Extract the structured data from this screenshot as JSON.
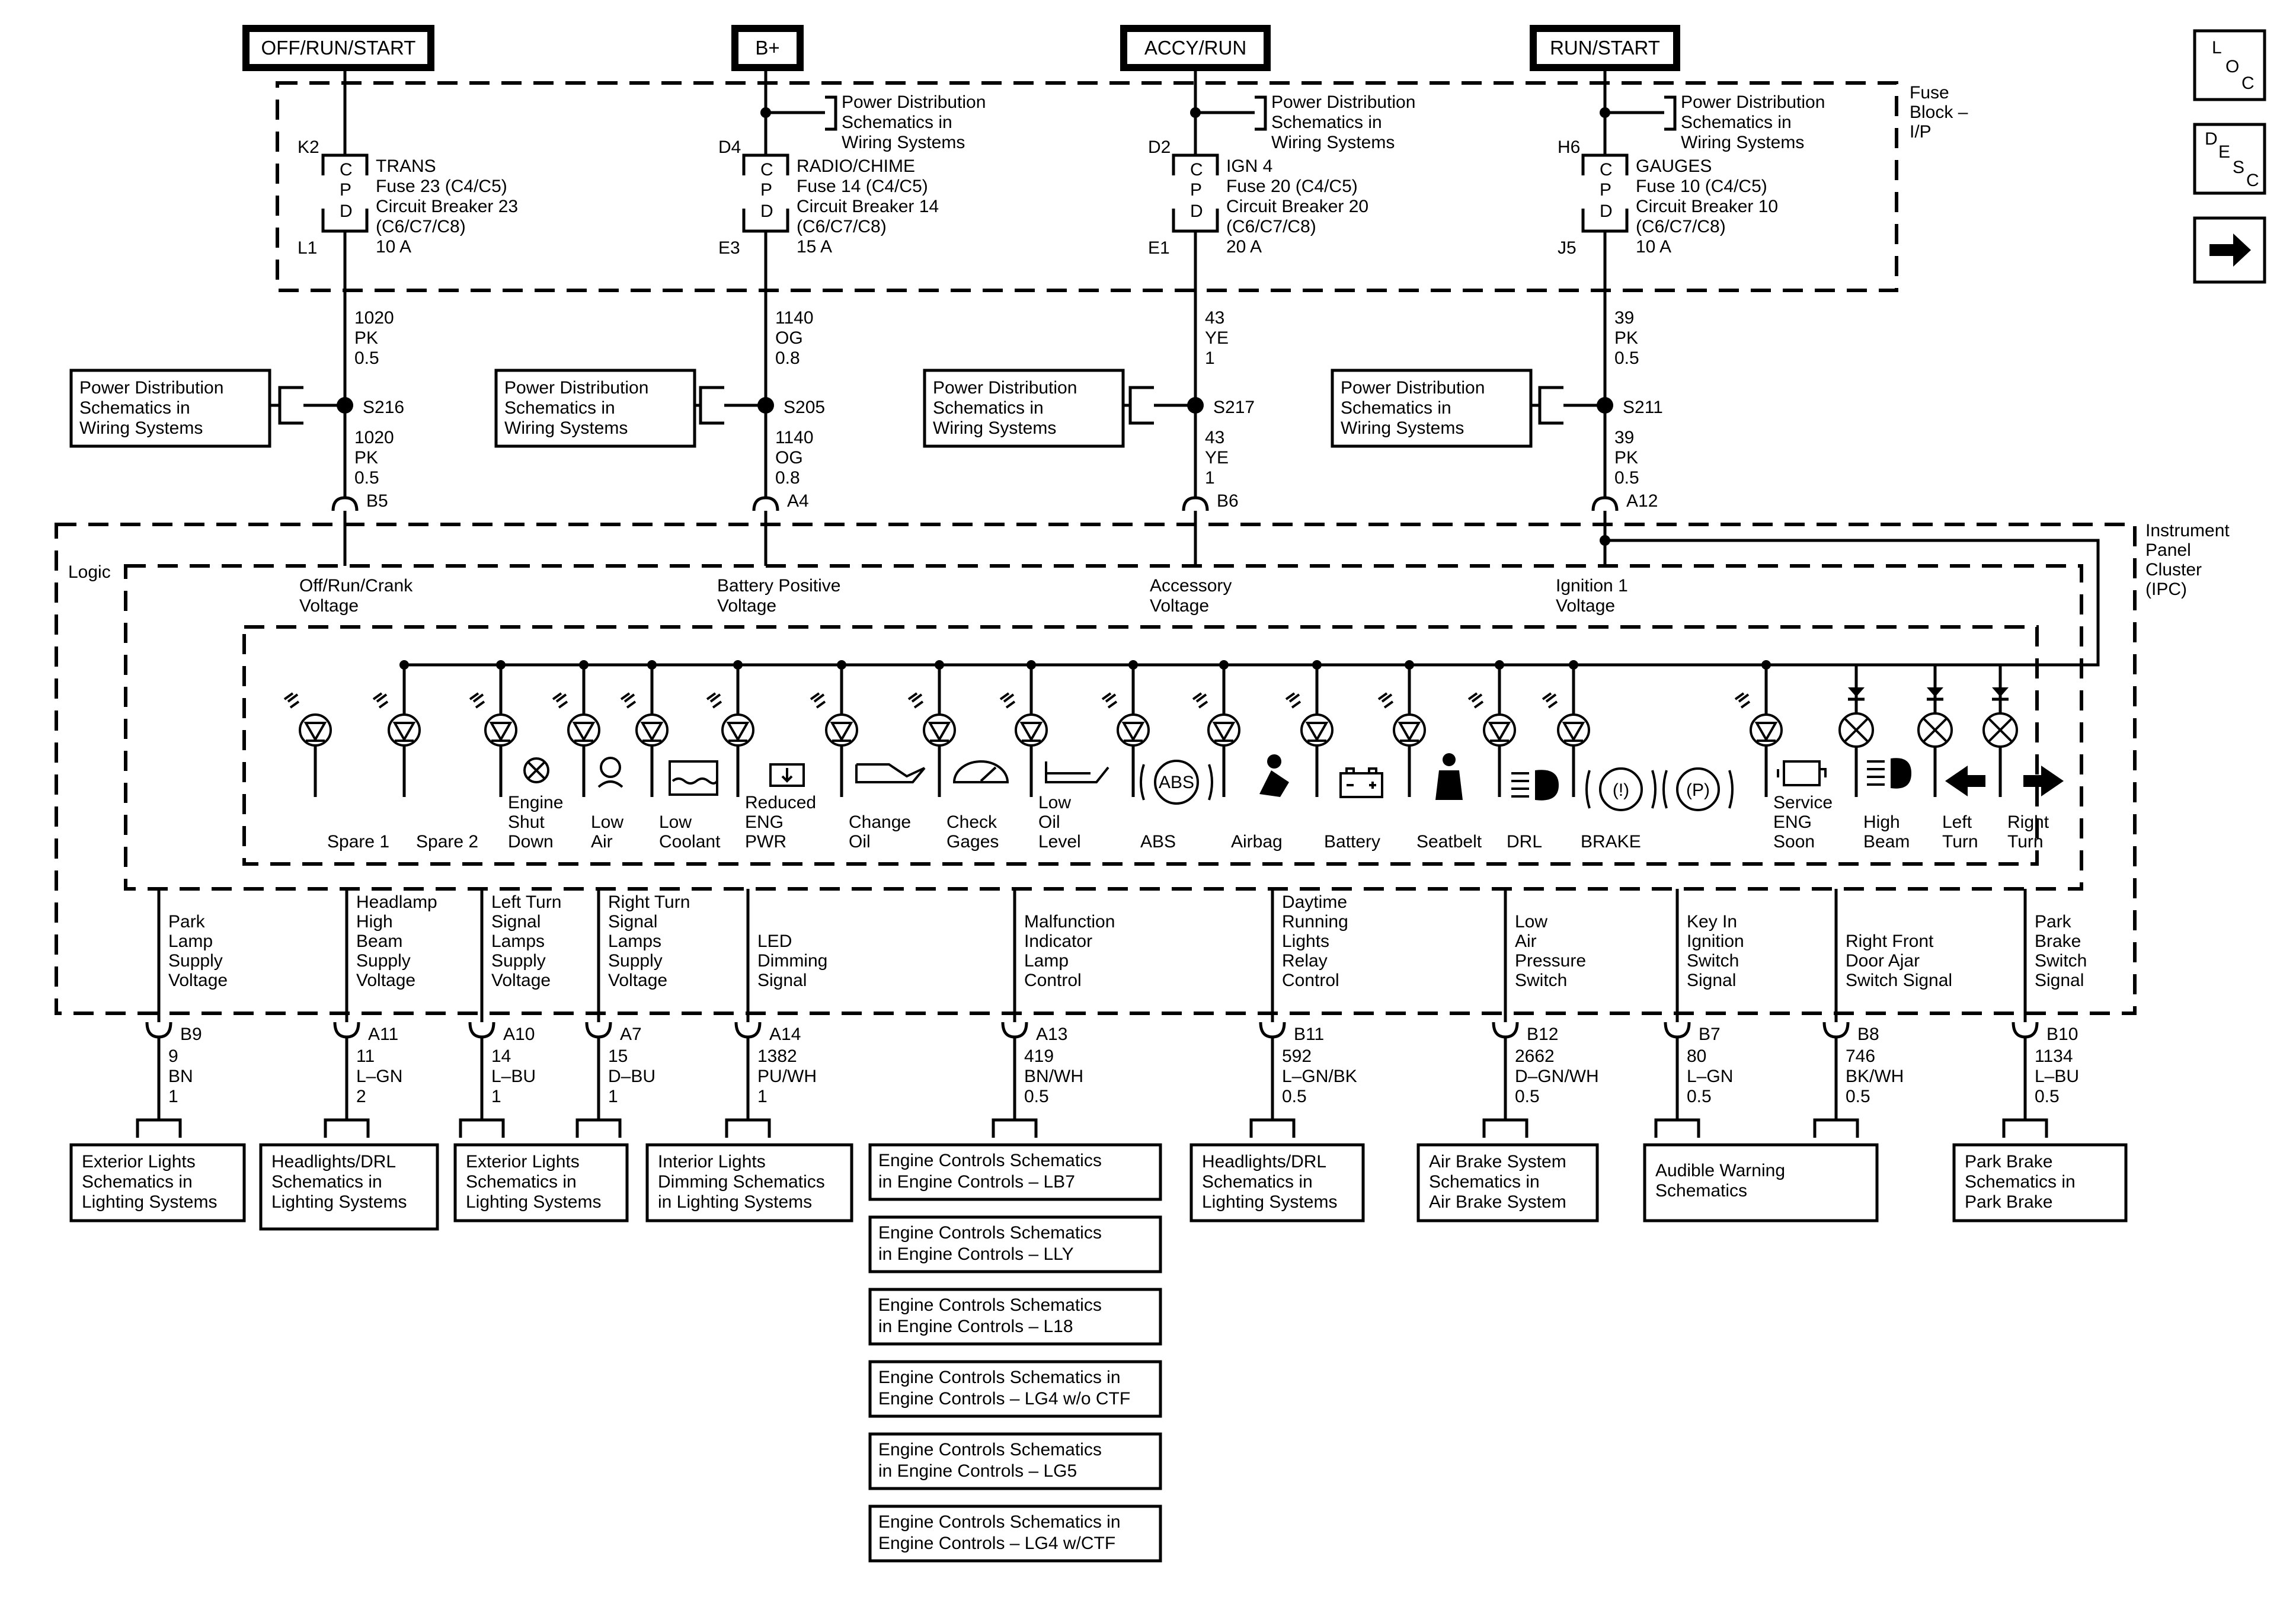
{
  "top_sources": [
    "OFF/RUN/START",
    "B+",
    "ACCY/RUN",
    "RUN/START"
  ],
  "fuse_block": {
    "label": [
      "Fuse",
      "Block –",
      "I/P"
    ]
  },
  "ipc_label": [
    "Instrument",
    "Panel",
    "Cluster",
    "(IPC)"
  ],
  "logic_label": "Logic",
  "pd_small": [
    "Power Distribution",
    "Schematics in",
    "Wiring Systems"
  ],
  "pd_box": [
    "Power Distribution",
    "Schematics in",
    "Wiring  Systems"
  ],
  "columns": [
    {
      "pin_in": "K2",
      "pin_out": "L1",
      "cpd": [
        "C",
        "P",
        "D"
      ],
      "fuse": [
        "TRANS",
        "Fuse 23 (C4/C5)",
        "Circuit Breaker 23",
        "(C6/C7/C8)",
        "10 A"
      ],
      "wire1": [
        "1020",
        "PK",
        "0.5"
      ],
      "splice": "S216",
      "wire2": [
        "1020",
        "PK",
        "0.5"
      ],
      "conn": "B5",
      "voltage": [
        "Off/Run/Crank",
        "Voltage"
      ]
    },
    {
      "pin_in": "D4",
      "pin_out": "E3",
      "cpd": [
        "C",
        "P",
        "D"
      ],
      "fuse": [
        "RADIO/CHIME",
        "Fuse 14 (C4/C5)",
        "Circuit Breaker 14",
        "(C6/C7/C8)",
        "15 A"
      ],
      "wire1": [
        "1140",
        "OG",
        "0.8"
      ],
      "splice": "S205",
      "wire2": [
        "1140",
        "OG",
        "0.8"
      ],
      "conn": "A4",
      "voltage": [
        "Battery Positive",
        "Voltage"
      ]
    },
    {
      "pin_in": "D2",
      "pin_out": "E1",
      "cpd": [
        "C",
        "P",
        "D"
      ],
      "fuse": [
        "IGN 4",
        "Fuse 20 (C4/C5)",
        "Circuit Breaker 20",
        "(C6/C7/C8)",
        "20 A"
      ],
      "wire1": [
        "43",
        "YE",
        "1"
      ],
      "splice": "S217",
      "wire2": [
        "43",
        "YE",
        "1"
      ],
      "conn": "B6",
      "voltage": [
        "Accessory",
        "Voltage"
      ]
    },
    {
      "pin_in": "H6",
      "pin_out": "J5",
      "cpd": [
        "C",
        "P",
        "D"
      ],
      "fuse": [
        "GAUGES",
        "Fuse 10 (C4/C5)",
        "Circuit Breaker 10",
        "(C6/C7/C8)",
        "10 A"
      ],
      "wire1": [
        "39",
        "PK",
        "0.5"
      ],
      "splice": "S211",
      "wire2": [
        "39",
        "PK",
        "0.5"
      ],
      "conn": "A12",
      "voltage": [
        "Ignition 1",
        "Voltage"
      ]
    }
  ],
  "indicators": [
    {
      "label": [
        "Spare 1"
      ]
    },
    {
      "label": [
        "Spare 2"
      ]
    },
    {
      "label": [
        "Engine",
        "Shut",
        "Down"
      ]
    },
    {
      "label": [
        "Low",
        "Air"
      ]
    },
    {
      "label": [
        "Low",
        "Coolant"
      ]
    },
    {
      "label": [
        "Reduced",
        "ENG",
        "PWR"
      ]
    },
    {
      "label": [
        "Change",
        "Oil"
      ]
    },
    {
      "label": [
        "Check",
        "Gages"
      ]
    },
    {
      "label": [
        "Low",
        "Oil",
        "Level"
      ]
    },
    {
      "label": [
        "ABS"
      ]
    },
    {
      "label": [
        "Airbag"
      ]
    },
    {
      "label": [
        "Battery"
      ]
    },
    {
      "label": [
        "Seatbelt"
      ]
    },
    {
      "label": [
        "DRL"
      ]
    },
    {
      "label": [
        "BRAKE"
      ]
    },
    {
      "label": [
        "Service",
        "ENG",
        "Soon"
      ]
    },
    {
      "label": [
        "High",
        "Beam"
      ]
    },
    {
      "label": [
        "Left",
        "Turn"
      ]
    },
    {
      "label": [
        "Right",
        "Turn"
      ]
    }
  ],
  "abs_icon_text": "ABS",
  "brake_icon_text": [
    "(!)",
    "(P)"
  ],
  "outputs": [
    {
      "signal": [
        "Park",
        "Lamp",
        "Supply",
        "Voltage"
      ],
      "conn": "B9",
      "wire": [
        "9",
        "BN",
        "1"
      ],
      "dest": [
        "Exterior Lights",
        "Schematics in",
        "Lighting Systems"
      ]
    },
    {
      "signal": [
        "Headlamp",
        "High",
        "Beam",
        "Supply",
        "Voltage"
      ],
      "conn": "A11",
      "wire": [
        "11",
        "L–GN",
        "2"
      ],
      "dest": [
        "Headlights/DRL",
        "Schematics in",
        "Lighting Systems"
      ]
    },
    {
      "signal": [
        "Left Turn",
        "Signal",
        "Lamps",
        "Supply",
        "Voltage"
      ],
      "conn": "A10",
      "wire": [
        "14",
        "L–BU",
        "1"
      ],
      "dest": [
        "Exterior Lights",
        "Schematics in",
        "Lighting Systems"
      ]
    },
    {
      "signal": [
        "Right Turn",
        "Signal",
        "Lamps",
        "Supply",
        "Voltage"
      ],
      "conn": "A7",
      "wire": [
        "15",
        "D–BU",
        "1"
      ],
      "dest": []
    },
    {
      "signal": [
        "LED",
        "Dimming",
        "Signal"
      ],
      "conn": "A14",
      "wire": [
        "1382",
        "PU/WH",
        "1"
      ],
      "dest": [
        "Interior Lights",
        "Dimming Schematics",
        "in Lighting Systems"
      ]
    },
    {
      "signal": [
        "Malfunction",
        "Indicator",
        "Lamp",
        "Control"
      ],
      "conn": "A13",
      "wire": [
        "419",
        "BN/WH",
        "0.5"
      ],
      "dest": []
    },
    {
      "signal": [
        "Daytime",
        "Running",
        "Lights",
        "Relay",
        "Control"
      ],
      "conn": "B11",
      "wire": [
        "592",
        "L–GN/BK",
        "0.5"
      ],
      "dest": [
        "Headlights/DRL",
        "Schematics in",
        "Lighting Systems"
      ]
    },
    {
      "signal": [
        "Low",
        "Air",
        "Pressure",
        "Switch"
      ],
      "conn": "B12",
      "wire": [
        "2662",
        "D–GN/WH",
        "0.5"
      ],
      "dest": [
        "Air Brake System",
        "Schematics in",
        "Air Brake System"
      ]
    },
    {
      "signal": [
        "Key In",
        "Ignition",
        "Switch",
        "Signal"
      ],
      "conn": "B7",
      "wire": [
        "80",
        "L–GN",
        "0.5"
      ],
      "dest": [
        "Audible Warning",
        "Schematics"
      ]
    },
    {
      "signal": [
        "Right Front",
        "Door Ajar",
        "Switch Signal"
      ],
      "conn": "B8",
      "wire": [
        "746",
        "BK/WH",
        "0.5"
      ],
      "dest": []
    },
    {
      "signal": [
        "Park",
        "Brake",
        "Switch",
        "Signal"
      ],
      "conn": "B10",
      "wire": [
        "1134",
        "L–BU",
        "0.5"
      ],
      "dest": [
        "Park Brake",
        "Schematics in",
        "Park Brake"
      ]
    }
  ],
  "engine_controls": [
    [
      "Engine Controls Schematics",
      "in Engine Controls – LB7"
    ],
    [
      "Engine Controls Schematics",
      "in Engine Controls – LLY"
    ],
    [
      "Engine Controls Schematics",
      "in Engine Controls – L18"
    ],
    [
      "Engine Controls Schematics in",
      "Engine Controls – LG4 w/o CTF"
    ],
    [
      "Engine Controls Schematics",
      "in Engine Controls – LG5"
    ],
    [
      "Engine Controls Schematics in",
      "Engine Controls – LG4 w/CTF"
    ]
  ],
  "nav": {
    "loc": [
      "L",
      "O",
      "C"
    ],
    "desc": [
      "D",
      "E",
      "S",
      "C"
    ],
    "next_icon": "right-arrow-icon"
  }
}
